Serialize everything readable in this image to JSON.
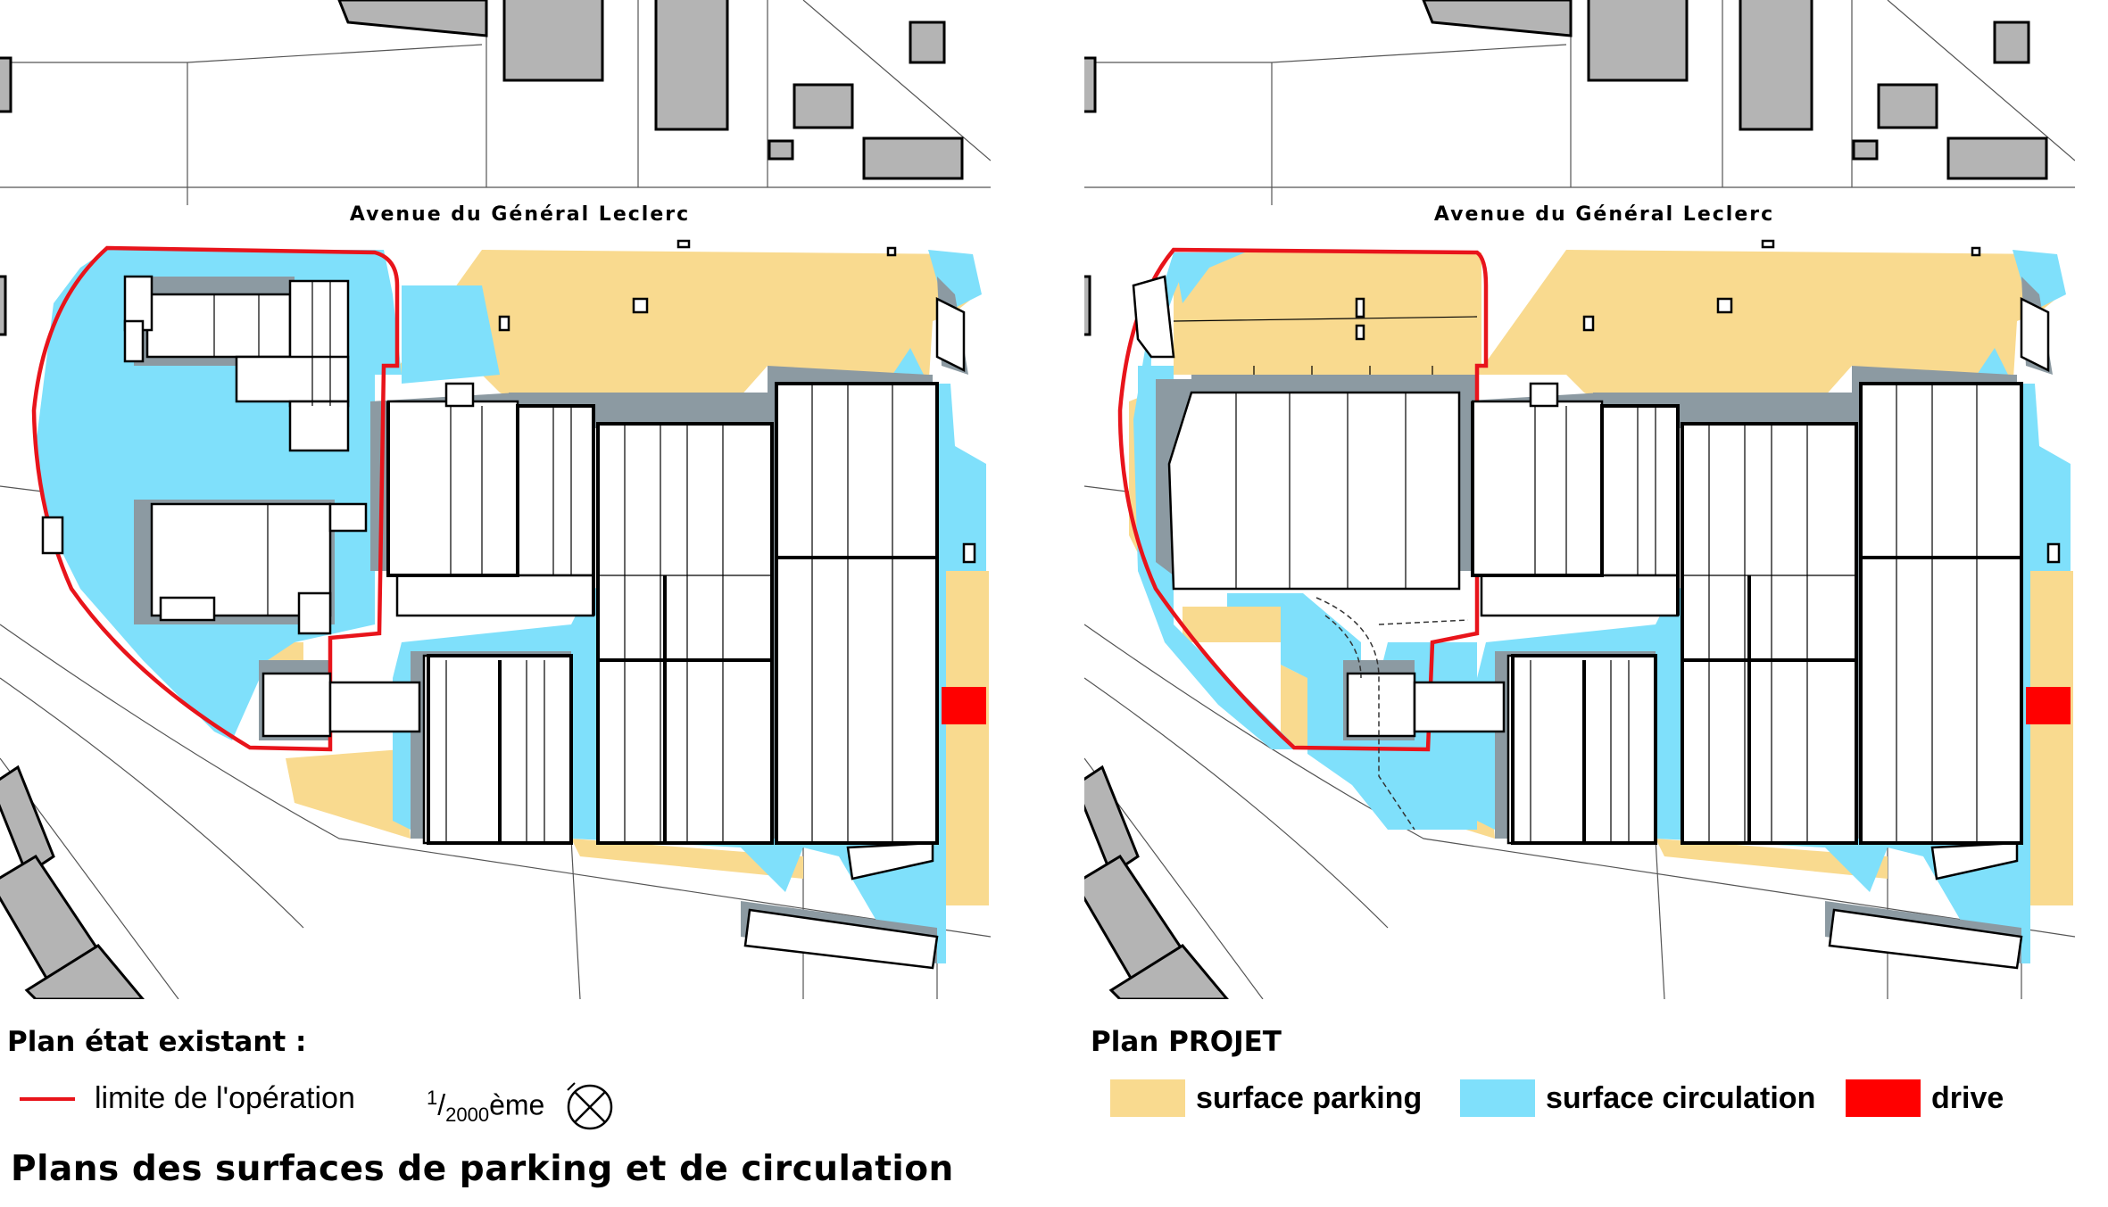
{
  "street_label": "Avenue du Général Leclerc",
  "left_caption": "Plan état existant :",
  "right_caption": "Plan PROJET",
  "main_title": "Plans des surfaces de parking et de circulation",
  "legend": {
    "boundary_label": "limite de l'opération",
    "scale_numerator": "1",
    "scale_denominator": "2000",
    "scale_suffix": "ème",
    "parking_label": "surface parking",
    "circulation_label": "surface circulation",
    "drive_label": "drive"
  },
  "colors": {
    "parking": "#f9da8f",
    "circulation": "#7fe0fb",
    "drive": "#ff0000",
    "boundary": "#e8141b",
    "building_context": "#b4b4b4",
    "shadow": "#8c9aa2",
    "building": "#ffffff",
    "lines": "#000000"
  },
  "icons": {
    "north": "compass-icon"
  }
}
